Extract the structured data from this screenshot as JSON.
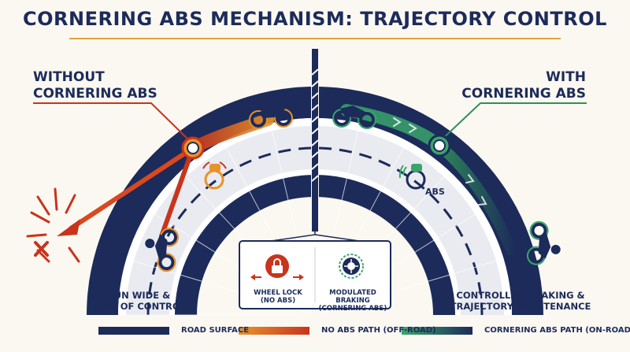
{
  "title": "CORNERING ABS MECHANISM: TRAJECTORY CONTROL",
  "left_label": [
    "WITHOUT",
    "CORNERING ABS"
  ],
  "right_label": [
    "WITH",
    "CORNERING ABS"
  ],
  "left_caption": [
    "RUN WIDE &",
    "LOSS OF CONTROL"
  ],
  "right_caption": [
    "CONTROLLED BRAKING &",
    "TRAJECTORY MAINTENANCE"
  ],
  "abs_badge": "ABS",
  "inset": {
    "wheel_lock": [
      "WHEEL LOCK",
      "(NO ABS)"
    ],
    "modulated": [
      "MODULATED BRAKING",
      "(CORNERING ABS)"
    ]
  },
  "legend": [
    {
      "label": "ROAD SURFACE",
      "color": "#1c2b5a"
    },
    {
      "label": "NO ABS PATH (OFF-ROAD)",
      "color": "#d9481f"
    },
    {
      "label": "CORNERING ABS PATH (ON-ROAD)",
      "color": "#2f8f5b"
    }
  ],
  "colors": {
    "navy": "#1c2b5a",
    "orange": "#e8922a",
    "red": "#c8341c",
    "green": "#3aa56b",
    "gold": "#e2a33a"
  },
  "icons": [
    "motorcycle-icon",
    "lock-icon",
    "wheel-icon",
    "crash-burst-icon",
    "brake-disc-icon"
  ]
}
